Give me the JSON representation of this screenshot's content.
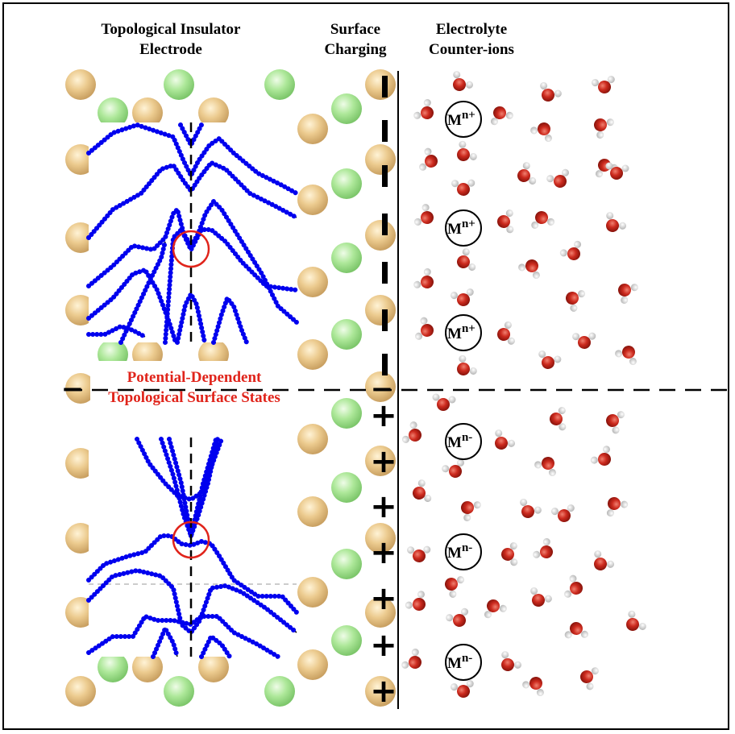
{
  "headers": {
    "electrode_line1": "Topological Insulator",
    "electrode_line2": "Electrode",
    "charging_line1": "Surface",
    "charging_line2": "Charging",
    "electrolyte_line1": "Electrolyte",
    "electrolyte_line2": "Counter-ions"
  },
  "center_label": {
    "line1": "Potential-Dependent",
    "line2": "Topological Surface States"
  },
  "surface_charge": {
    "negative_symbol": "−",
    "positive_symbol": "+"
  },
  "ions": {
    "base": "M",
    "cation_charge": "n+",
    "anion_charge": "n-"
  },
  "colors": {
    "band": "#0000ee",
    "highlight": "#e0241b",
    "atom_tan": "#e6c283",
    "atom_green": "#a6e38f",
    "oxygen": "#cc2a1e",
    "hydrogen": "#f2f2f2"
  }
}
